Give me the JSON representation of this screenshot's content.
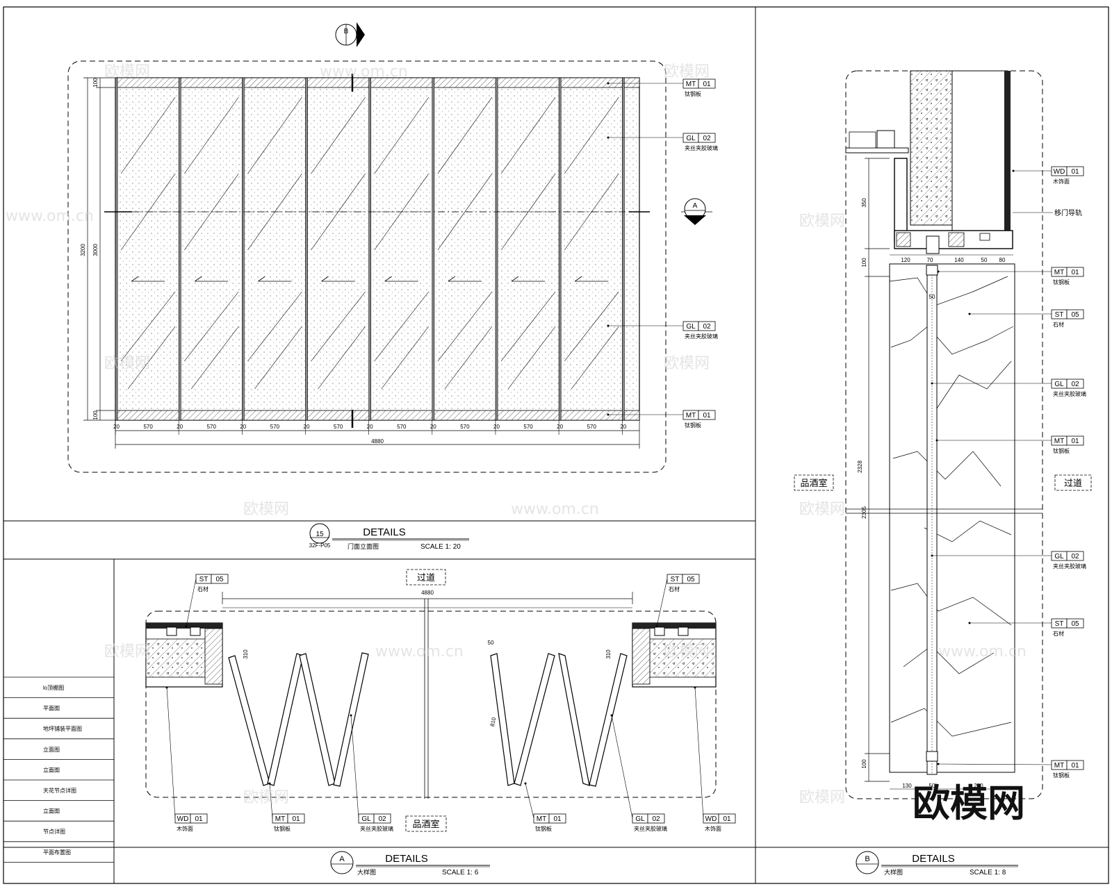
{
  "watermark": {
    "text": "欧模网",
    "url": "www.om.cn",
    "brand": "欧模网"
  },
  "details": {
    "elevation": {
      "number": "15",
      "title": "DETAILS",
      "sheet": "32F-P05",
      "subtitle": "门面立面图",
      "scale": "SCALE 1: 20",
      "section_a_marker": "A",
      "section_b_marker": "B",
      "dims": {
        "panel": "570",
        "gap": "20",
        "overall_width": "4880",
        "overall_height": "3200",
        "inner_height": "3000",
        "band": "100"
      },
      "callouts": [
        {
          "code": "MT",
          "num": "01",
          "desc": "钛钢板"
        },
        {
          "code": "GL",
          "num": "02",
          "desc": "夹丝夹胶玻璃"
        },
        {
          "code": "GL",
          "num": "02",
          "desc": "夹丝夹胶玻璃"
        },
        {
          "code": "MT",
          "num": "01",
          "desc": "钛钢板"
        }
      ]
    },
    "plan": {
      "marker": "A",
      "title": "DETAILS",
      "subtitle": "大样图",
      "scale": "SCALE 1: 6",
      "room_top": "过道",
      "room_bottom": "品酒室",
      "dims": {
        "width": "4880",
        "depth": "310",
        "leaf": "810",
        "gap": "50"
      },
      "callouts": [
        {
          "code": "ST",
          "num": "05",
          "desc": "石材"
        },
        {
          "code": "ST",
          "num": "05",
          "desc": "石材"
        },
        {
          "code": "WD",
          "num": "01",
          "desc": "木饰面"
        },
        {
          "code": "MT",
          "num": "01",
          "desc": "钛钢板"
        },
        {
          "code": "GL",
          "num": "02",
          "desc": "夹丝夹胶玻璃"
        },
        {
          "code": "MT",
          "num": "01",
          "desc": "钛钢板"
        },
        {
          "code": "GL",
          "num": "02",
          "desc": "夹丝夹胶玻璃"
        },
        {
          "code": "WD",
          "num": "01",
          "desc": "木饰面"
        }
      ]
    },
    "section": {
      "marker": "B",
      "title": "DETAILS",
      "subtitle": "大样图",
      "scale": "SCALE 1: 8",
      "room_left": "品酒室",
      "room_right": "过道",
      "track_note": "移门导轨",
      "dims": {
        "top": "350",
        "top_band": "100",
        "mid": "2328",
        "lower": "2305",
        "bottom_band": "100",
        "w120": "120",
        "w70": "70",
        "w140": "140",
        "w50": "50",
        "w80": "80",
        "w130": "130",
        "w50b": "50",
        "w200": "200",
        "w50c": "50"
      },
      "callouts": [
        {
          "code": "WD",
          "num": "01",
          "desc": "木饰面"
        },
        {
          "code": "MT",
          "num": "01",
          "desc": "钛钢板"
        },
        {
          "code": "ST",
          "num": "05",
          "desc": "石材"
        },
        {
          "code": "GL",
          "num": "02",
          "desc": "夹丝夹胶玻璃"
        },
        {
          "code": "MT",
          "num": "01",
          "desc": "钛钢板"
        },
        {
          "code": "GL",
          "num": "02",
          "desc": "夹丝夹胶玻璃"
        },
        {
          "code": "ST",
          "num": "05",
          "desc": "石材"
        },
        {
          "code": "MT",
          "num": "01",
          "desc": "钛钢板"
        }
      ]
    }
  },
  "legend": {
    "rows": [
      "lo顶棚图",
      "平面图",
      "地坪铺装平面图",
      "立面图",
      "立面图",
      "天花节点详图",
      "立面图",
      "节点详图",
      "平面布置图"
    ]
  }
}
